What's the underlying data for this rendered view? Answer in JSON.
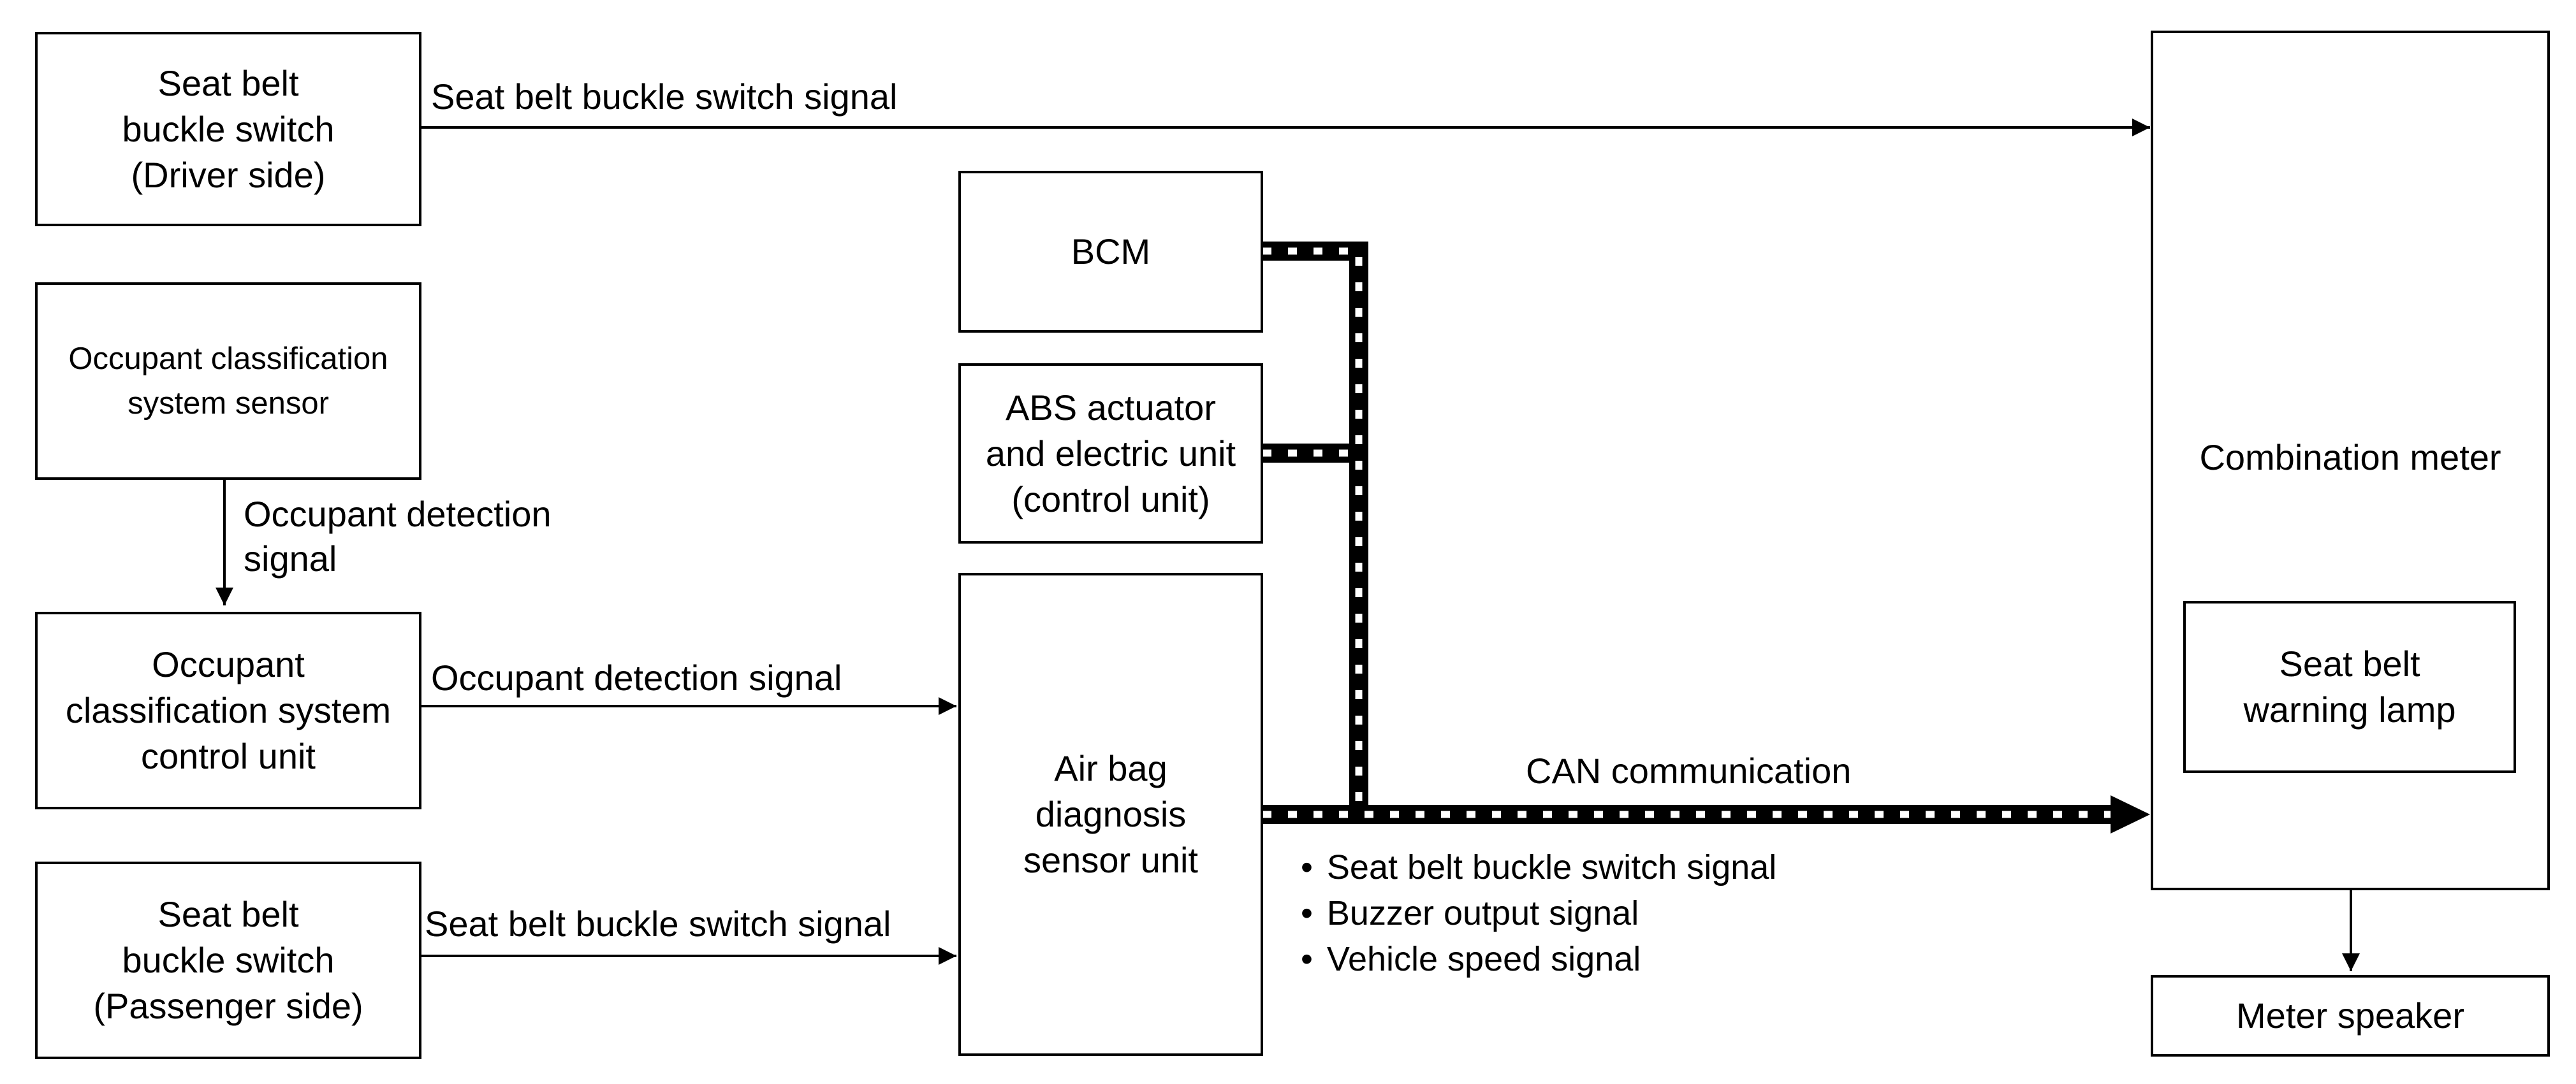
{
  "blocks": {
    "buckle_driver": [
      "Seat belt",
      "buckle switch",
      "(Driver side)"
    ],
    "ocs_sensor": [
      "Occupant classification",
      "system sensor"
    ],
    "ocs_control": [
      "Occupant",
      "classification system",
      "control unit"
    ],
    "buckle_passenger": [
      "Seat belt",
      "buckle switch",
      "(Passenger side)"
    ],
    "bcm": [
      "BCM"
    ],
    "abs": [
      "ABS actuator",
      "and electric unit",
      "(control unit)"
    ],
    "airbag": [
      "Air bag",
      "diagnosis",
      "sensor unit"
    ],
    "combination_meter": [
      "Combination meter"
    ],
    "warning_lamp": [
      "Seat belt",
      "warning lamp"
    ],
    "meter_speaker": [
      "Meter speaker"
    ]
  },
  "signals": {
    "driver_buckle": "Seat belt buckle switch signal",
    "occupant_detection_vertical": [
      "Occupant detection",
      "signal"
    ],
    "occupant_detection": "Occupant detection signal",
    "passenger_buckle": "Seat belt buckle switch signal",
    "can": "CAN communication",
    "can_items": [
      "Seat belt buckle switch signal",
      "Buzzer output signal",
      "Vehicle speed signal"
    ]
  }
}
